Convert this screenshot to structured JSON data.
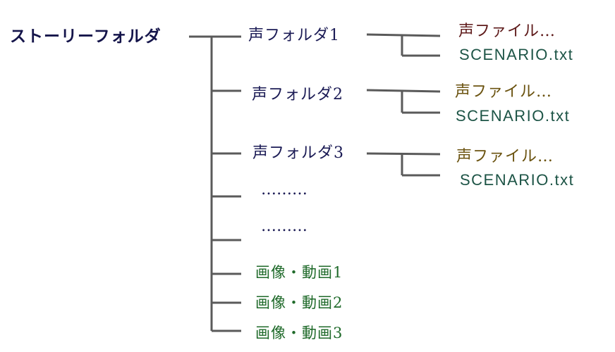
{
  "root": {
    "label": "ストーリーフォルダ"
  },
  "folders": [
    {
      "label": "声フォルダ1",
      "voice": "声ファイル…",
      "scenario": "SCENARIO.txt"
    },
    {
      "label": "声フォルダ2",
      "voice": "声ファイル…",
      "scenario": "SCENARIO.txt"
    },
    {
      "label": "声フォルダ3",
      "voice": "声ファイル…",
      "scenario": "SCENARIO.txt"
    }
  ],
  "ellipses": [
    "………",
    "………"
  ],
  "media": [
    "画像・動画1",
    "画像・動画2",
    "画像・動画3"
  ],
  "colors": {
    "line": "#5a5a5a",
    "root": "#14144a",
    "folder": "#1b1b55",
    "media": "#1f6a2a",
    "voice_first": "#5e1a1a",
    "voice_other": "#6b5310",
    "scenario": "#1d5446"
  }
}
